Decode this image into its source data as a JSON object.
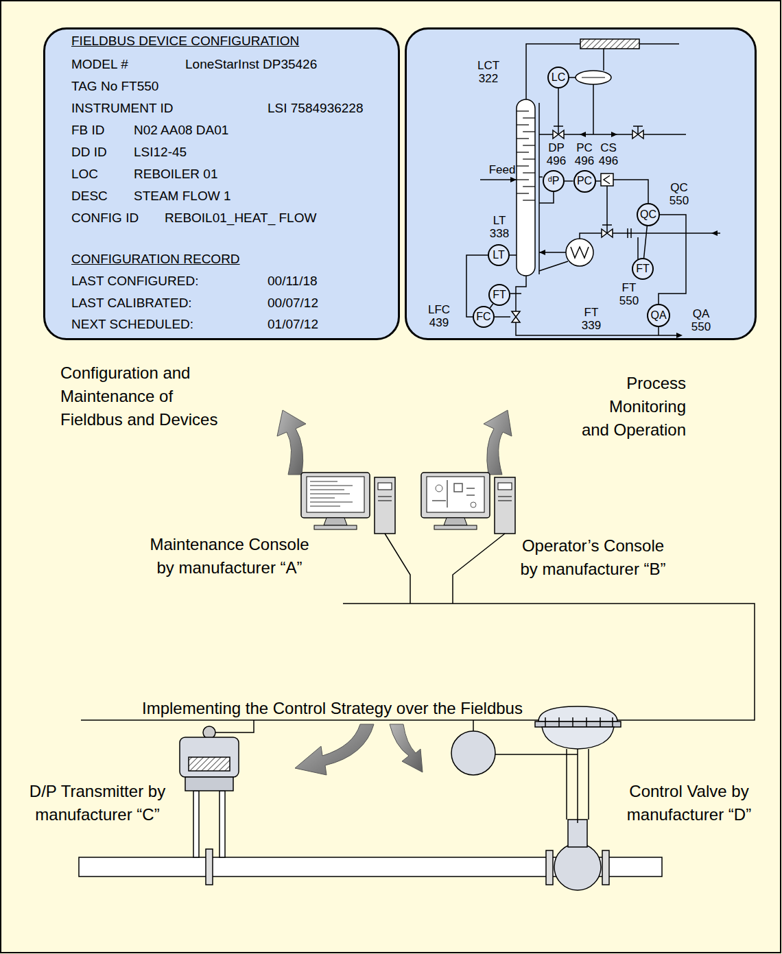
{
  "diagram": {
    "nodes": [
      {
        "text": [
          "FIELDBUS DEVICE CONFIGURATION",
          "MODEL #",
          "LoneStarInst DP35426",
          "TAG No FT550",
          "INSTRUMENT ID",
          "LSI 7584936228",
          "FB ID",
          "N02 AA08 DA01",
          "DD ID",
          "LSI12-45",
          "LOC",
          "REBOILER 01",
          "DESC",
          "STEAM FLOW 1",
          "CONFIG ID",
          "REBOIL01_HEAT_ FLOW",
          "CONFIGURATION RECORD",
          "LAST CONFIGURED:",
          "00/11/18",
          "LAST CALIBRATED:",
          "00/07/12",
          "NEXT SCHEDULED:",
          "01/07/12"
        ]
      },
      {
        "text": [
          "LCT 322",
          "Feed",
          "DP 496",
          "PC 496",
          "CS 496",
          "QC 550",
          "LT 338",
          "FT 550",
          "LFC 439",
          "FT 339",
          "QA 550"
        ]
      },
      {
        "text": [
          "LC"
        ],
        "in": 1
      },
      {
        "text": [
          "ᵈP"
        ],
        "in": 1
      },
      {
        "text": [
          "PC"
        ],
        "in": 1
      },
      {
        "text": [
          "QC"
        ],
        "in": 1
      },
      {
        "text": [
          "LT"
        ],
        "in": 1
      },
      {
        "text": [
          "FT"
        ],
        "in": 1
      },
      {
        "text": [
          "FT"
        ],
        "in": 1
      },
      {
        "text": [
          "FC"
        ],
        "in": 1
      },
      {
        "text": [
          "QA"
        ],
        "in": 1
      }
    ],
    "edges": [
      {
        "from": 3,
        "to": 4,
        "arrow": "none"
      },
      {
        "from": 7,
        "to": 5,
        "arrow": "none"
      },
      {
        "from": 5,
        "to": 10,
        "arrow": "none"
      },
      {
        "from": 8,
        "to": 9,
        "arrow": "none"
      },
      {
        "from": 6,
        "to": 9,
        "arrow": "none"
      }
    ],
    "labels": [
      "Configuration and Maintenance of Fieldbus and Devices",
      "Process Monitoring and Operation",
      "Maintenance Console by manufacturer “A”",
      "Operator’s Console by manufacturer “B”",
      "Implementing the Control Strategy over the Fieldbus",
      "D/P Transmitter by manufacturer “C”",
      "Control Valve by manufacturer “D”"
    ]
  }
}
